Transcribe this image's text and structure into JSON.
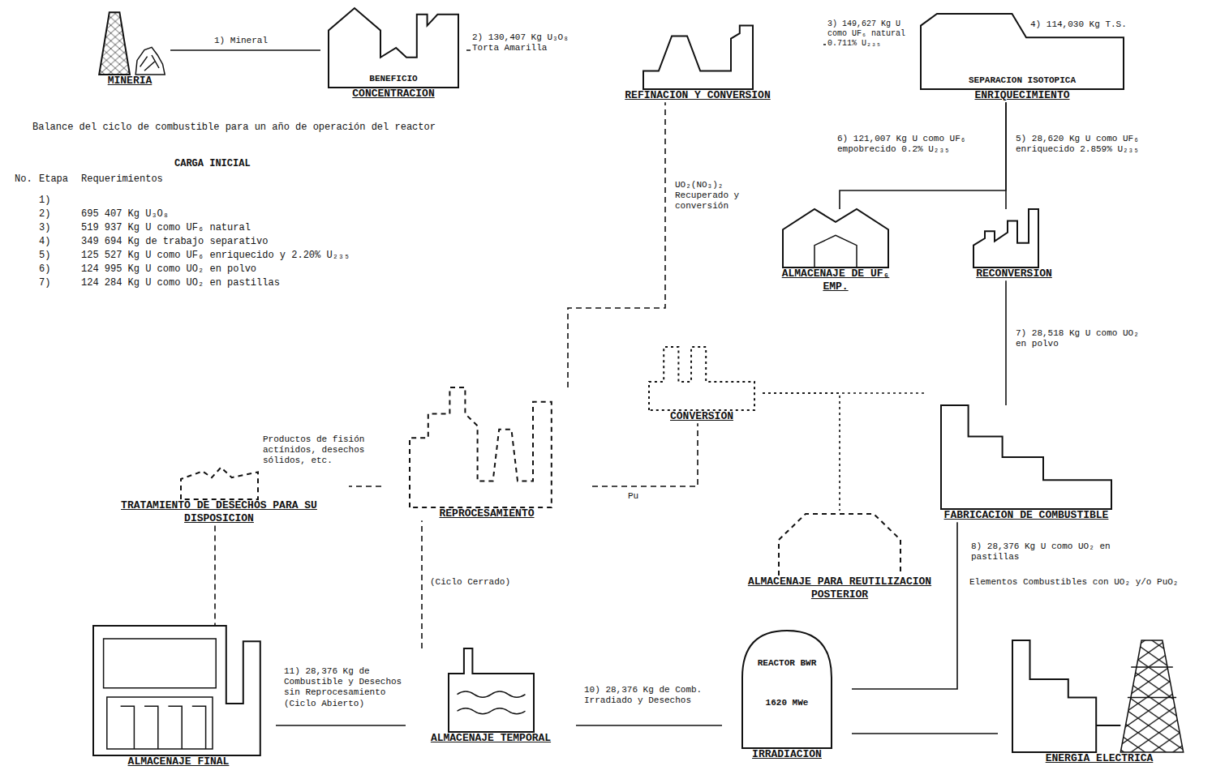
{
  "diagram": {
    "nodes": [
      {
        "text": [
          "MINERIA"
        ]
      },
      {
        "text": [
          "BENEFICIO",
          "CONCENTRACION"
        ]
      },
      {
        "text": [
          "REFINACION Y CONVERSION"
        ]
      },
      {
        "text": [
          "SEPARACION ISOTOPICA",
          "ENRIQUECIMIENTO"
        ]
      },
      {
        "text": [
          "ALMACENAJE DE UF₆ EMP."
        ]
      },
      {
        "text": [
          "RECONVERSION"
        ]
      },
      {
        "text": [
          "CONVERSION"
        ]
      },
      {
        "text": [
          "FABRICACION DE COMBUSTIBLE"
        ]
      },
      {
        "text": [
          "ALMACENAJE PARA REUTILIZACION POSTERIOR"
        ]
      },
      {
        "text": [
          "REPROCESAMIENTO"
        ]
      },
      {
        "text": [
          "TRATAMIENTO DE DESECHOS PARA SU DISPOSICION"
        ]
      },
      {
        "text": [
          "ALMACENAJE FINAL"
        ]
      },
      {
        "text": [
          "ALMACENAJE TEMPORAL"
        ]
      },
      {
        "text": [
          "REACTOR BWR",
          "1620 MWe",
          "IRRADIACION"
        ]
      },
      {
        "text": [
          "ENERGIA ELECTRICA"
        ]
      }
    ],
    "edges": [
      {
        "from": 0,
        "to": 1,
        "arrow": "none",
        "label": "1) Mineral"
      },
      {
        "from": 1,
        "to": 2,
        "arrow": "none",
        "label": "2) 130,407 Kg U₃O₈ Torta Amarilla"
      },
      {
        "from": 2,
        "to": 3,
        "arrow": "none",
        "label": "3) 149,627 Kg U como UF₆ natural 0.711% U₂₃₅"
      },
      {
        "from": 3,
        "to": 4,
        "arrow": "none",
        "label": "6) 121,007 Kg U como UF₆ empobrecido 0.2% U₂₃₅"
      },
      {
        "from": 3,
        "to": 5,
        "arrow": "none",
        "label": "5) 28,620 Kg U como UF₆ enriquecido 2.859% U₂₃₅"
      },
      {
        "from": 5,
        "to": 7,
        "arrow": "none",
        "label": "7) 28,518 Kg U como UO₂ en polvo"
      },
      {
        "from": 7,
        "to": 13,
        "arrow": "none",
        "label": "8) 28,376 Kg U como UO₂ en pastillas"
      },
      {
        "from": 13,
        "to": 12,
        "arrow": "none",
        "label": "10) 28,376 Kg de Comb. Irradiado y Desechos"
      },
      {
        "from": 12,
        "to": 11,
        "arrow": "none",
        "label": "11) 28,376 Kg de Combustible y Desechos sin Reprocesamiento (Ciclo Abierto)"
      },
      {
        "from": 12,
        "to": 9,
        "arrow": "none",
        "label": "(Ciclo Cerrado)"
      },
      {
        "from": 9,
        "to": 10,
        "arrow": "none",
        "label": "Productos de fisión actínidos, desechos sólidos, etc."
      },
      {
        "from": 9,
        "to": 6,
        "arrow": "none",
        "label": "Pu"
      },
      {
        "from": 9,
        "to": 2,
        "arrow": "none",
        "label": "UO₂(NO₃)₂ Recuperado y conversión"
      },
      {
        "from": 6,
        "to": 7,
        "arrow": "none"
      },
      {
        "from": 6,
        "to": 8,
        "arrow": "none"
      },
      {
        "from": 10,
        "to": 11,
        "arrow": "none"
      },
      {
        "from": 13,
        "to": 14,
        "arrow": "none"
      }
    ],
    "labels": [
      "Balance del ciclo de combustible para un año de operación del reactor",
      "CARGA INICIAL",
      "No.",
      "Etapa",
      "Requerimientos",
      "1)",
      "2)",
      "695 407 Kg U₃O₈",
      "3)",
      "519 937 Kg U como UF₆ natural",
      "4)",
      "349 694 Kg de trabajo separativo",
      "5)",
      "125 527 Kg U como UF₆ enriquecido y 2.20% U₂₃₅",
      "6)",
      "124 995 Kg U como UO₂ en polvo",
      "7)",
      "124 284 Kg U como UO₂ en pastillas",
      "4) 114,030 Kg T.S.",
      "Elementos Combustibles con UO₂ y/o PuO₂"
    ]
  }
}
